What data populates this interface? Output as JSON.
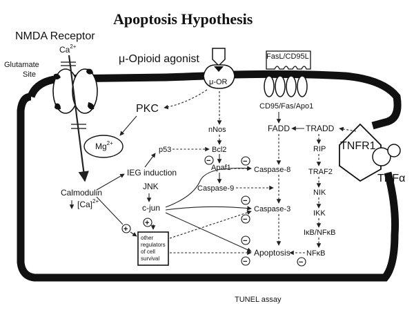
{
  "title": "Apoptosis Hypothesis",
  "labels": {
    "nmda_receptor": "NMDA Receptor",
    "ca": "Ca",
    "ca_sup": "2+",
    "glutamate_site": "Glutamate Site",
    "glutamate_line1": "Glutamate",
    "glutamate_line2": "Site",
    "mu_opioid_agonist": "μ-Opioid agonist",
    "mu_or": "μ-OR",
    "fasl": "FasL/CD95L",
    "cd95": "CD95/Fas/Apo1",
    "pkc": "PKC",
    "mg": "Mg",
    "mg_sup": "2+",
    "nnos": "nNos",
    "fadd": "FADD",
    "tradd": "TRADD",
    "tnfr1": "TNFR1",
    "tnfa": "TNFα",
    "p53": "p53",
    "bcl2": "Bcl2",
    "apaf1": "Apaf1",
    "caspase8": "Caspase-8",
    "caspase9": "Caspase-9",
    "caspase3": "Caspase-3",
    "rip": "RIP",
    "traf2": "TRAF2",
    "nik": "NIK",
    "ikk": "IKK",
    "ikb_nfkb": "IκB/NFκB",
    "nfkb": "NFκB",
    "ieg_induction": "IEG induction",
    "jnk": "JNK",
    "cjun": "c-jun",
    "calmodulin": "Calmodulin",
    "ca_intracellular": "[Ca]",
    "ca_intracellular_sup": "2+",
    "other_regulators": "other regulators of cell survival",
    "other_line1": "other",
    "other_line2": "regulators",
    "other_line3": "of cell",
    "other_line4": "survival",
    "apoptosis": "Apoptosis",
    "tunel": "TUNEL assay",
    "plus": "+",
    "minus": "−"
  }
}
